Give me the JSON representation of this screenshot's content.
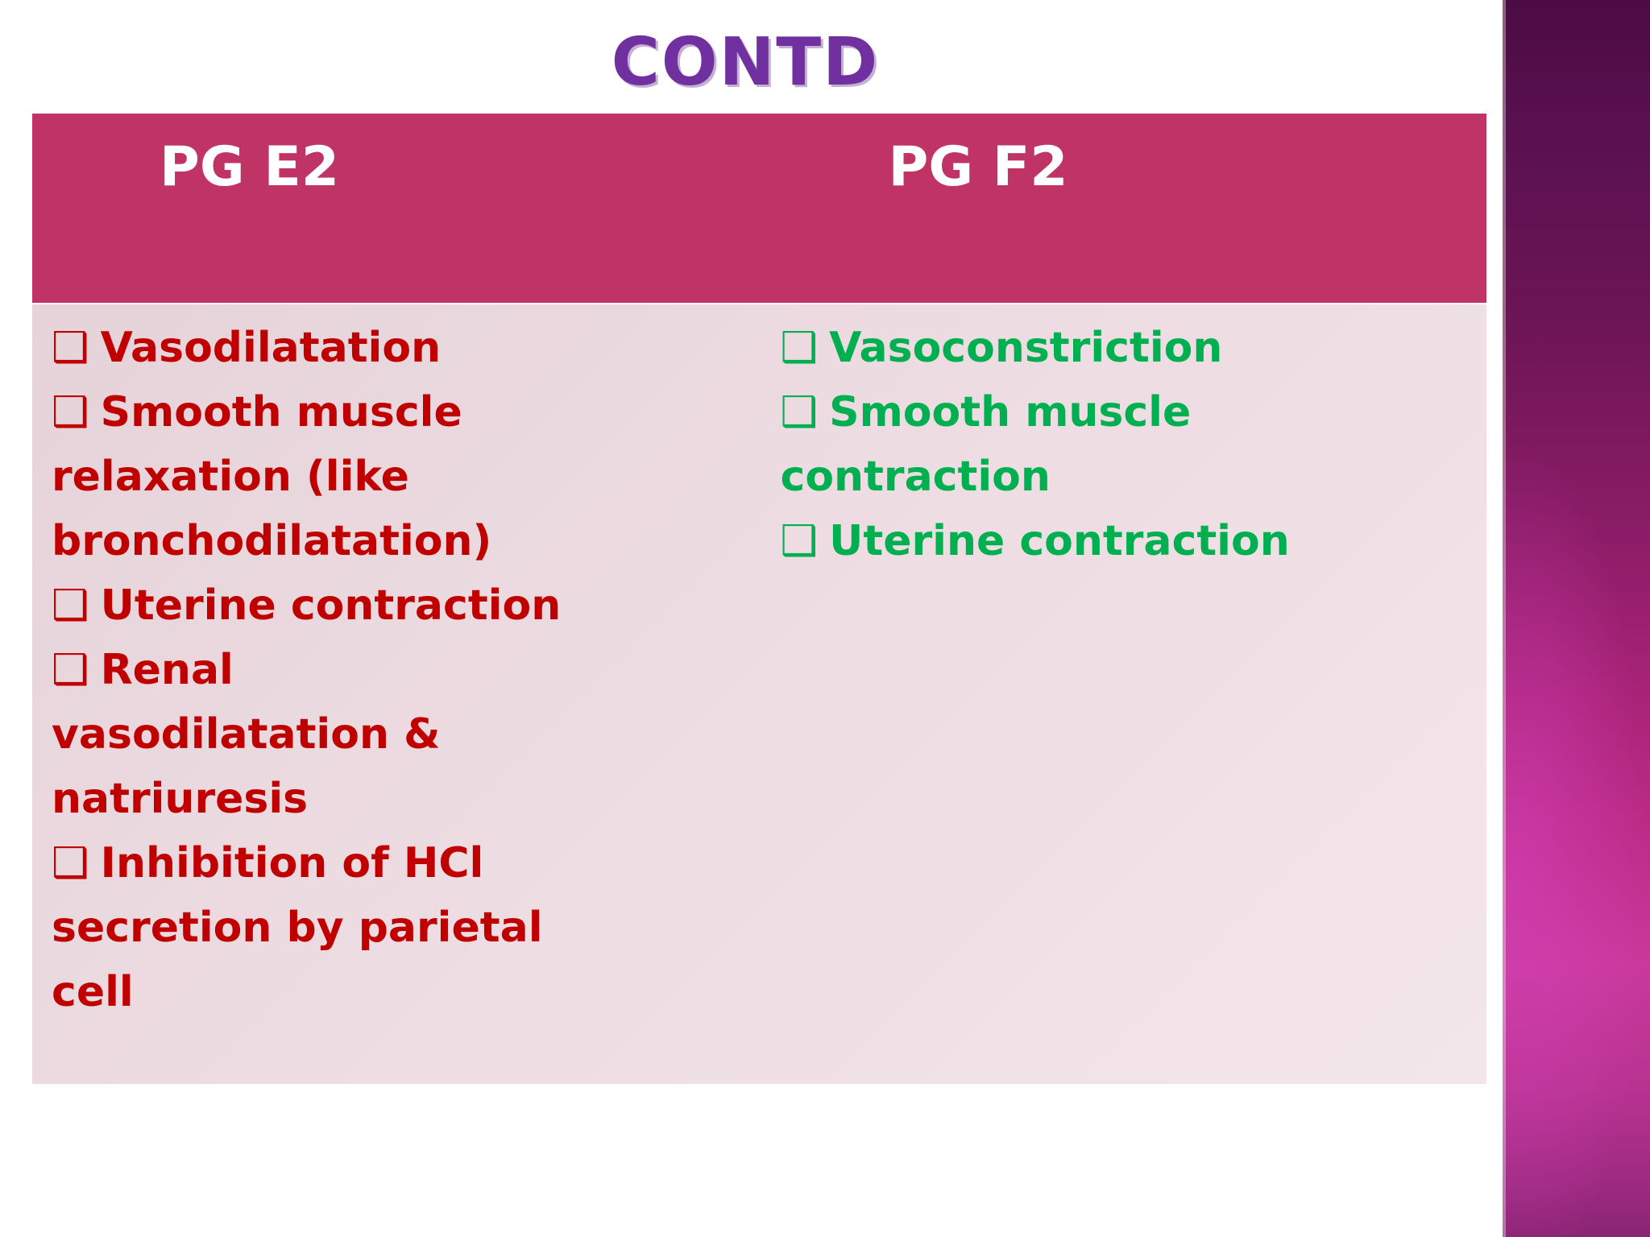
{
  "slide": {
    "title": "CONTD",
    "title_color": "#7030A0",
    "header_band_color": "#BF3465",
    "body_background_color": "#EBD9E0",
    "left_text_color": "#C00000",
    "right_text_color": "#00B050",
    "bullet_glyph": "❑"
  },
  "table": {
    "columns": [
      {
        "header": "PG E2",
        "items": [
          "Vasodilatation",
          "Smooth muscle relaxation (like bronchodilatation)",
          "Uterine contraction",
          "Renal vasodilatation & natriuresis",
          "Inhibition of HCl secretion by parietal cell"
        ]
      },
      {
        "header": "PG F2",
        "items": [
          "Vasoconstriction",
          "Smooth muscle contraction",
          "Uterine contraction"
        ]
      }
    ]
  },
  "decoration": {
    "right_band_name": "purple-magenta-gradient-band"
  }
}
